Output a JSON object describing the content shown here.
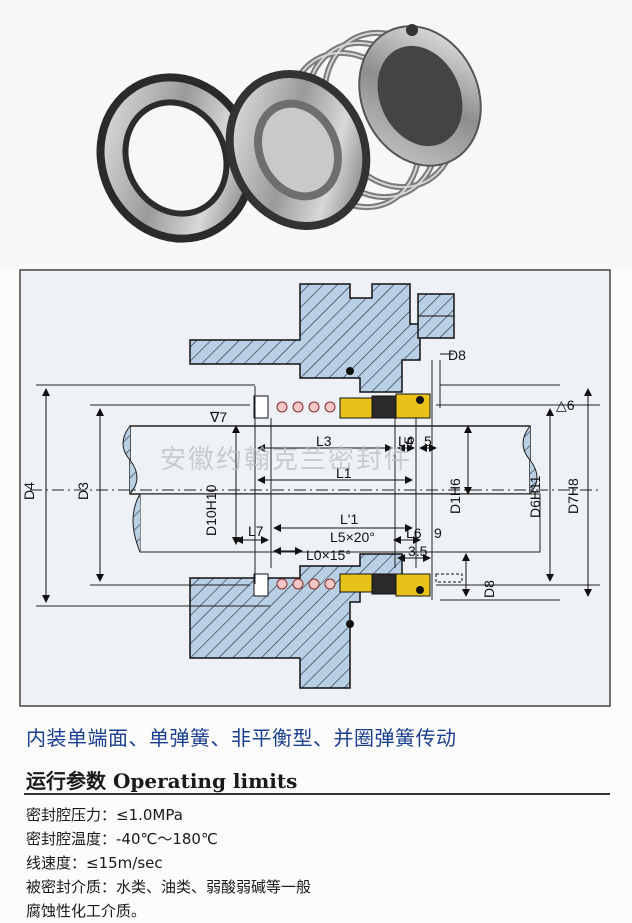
{
  "drawing": {
    "watermark": "安徽约翰克兰密封件",
    "labels": {
      "d4": "D4",
      "d3": "D3",
      "d10h10": "D10H10",
      "d1h6": "D1H6",
      "d6h11": "D6H11",
      "d7h8": "D7H8",
      "d8_top": "D8",
      "d8_bottom": "D8",
      "l3": "L3",
      "l4": "L4",
      "five_top": "5",
      "l1": "L1",
      "l1_prime": "L'1",
      "l5": "L5×20°",
      "l6": "L6",
      "nine": "9",
      "l7": "L7",
      "l0": "L0×15°",
      "three_five": "3.5",
      "five_vert": "5",
      "tol7": "∇7",
      "tol6": "△6"
    }
  },
  "caption": "内装单端面、单弹簧、非平衡型、并圈弹簧传动",
  "section_title": "运行参数 Operating limits",
  "params": [
    "密封腔压力：≤1.0MPa",
    "密封腔温度：-40℃～180℃",
    "线速度：≤15m/sec",
    "被密封介质：水类、油类、弱酸弱碱等一般",
    "腐蚀性化工介质。"
  ]
}
